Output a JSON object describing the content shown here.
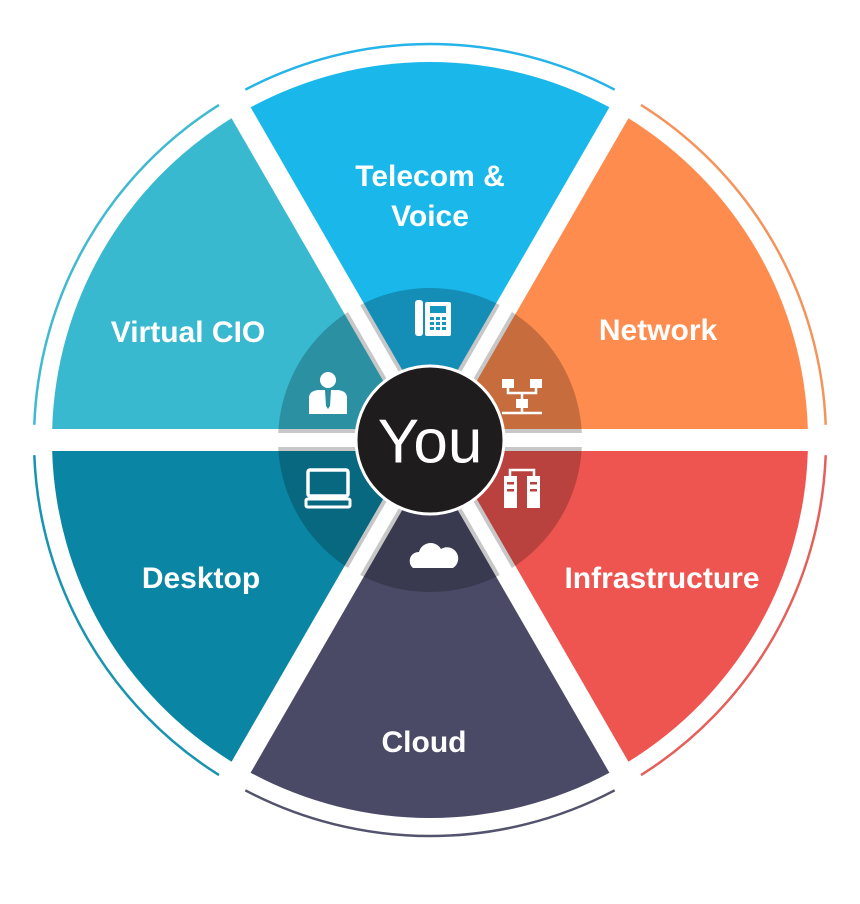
{
  "center": {
    "label": "You",
    "color": "#1f1c1d"
  },
  "segments": [
    {
      "id": "telecom",
      "label_lines": [
        "Telecom &",
        "Voice"
      ],
      "color": "#1ab7ea",
      "outline": "#25b4e8",
      "icon": "desk-phone-icon"
    },
    {
      "id": "network",
      "label_lines": [
        "Network"
      ],
      "color": "#ff8c4f",
      "outline": "#f4945c",
      "icon": "network-icon"
    },
    {
      "id": "infrastructure",
      "label_lines": [
        "Infrastructure"
      ],
      "color": "#ef5550",
      "outline": "#e5605a",
      "icon": "servers-icon"
    },
    {
      "id": "cloud",
      "label_lines": [
        "Cloud"
      ],
      "color": "#4a4a66",
      "outline": "#53536e",
      "icon": "cloud-icon"
    },
    {
      "id": "desktop",
      "label_lines": [
        "Desktop"
      ],
      "color": "#0a86a4",
      "outline": "#1893b0",
      "icon": "computer-icon"
    },
    {
      "id": "virtual-cio",
      "label_lines": [
        "Virtual CIO"
      ],
      "color": "#38b9cf",
      "outline": "#3fbad0",
      "icon": "person-icon"
    }
  ]
}
